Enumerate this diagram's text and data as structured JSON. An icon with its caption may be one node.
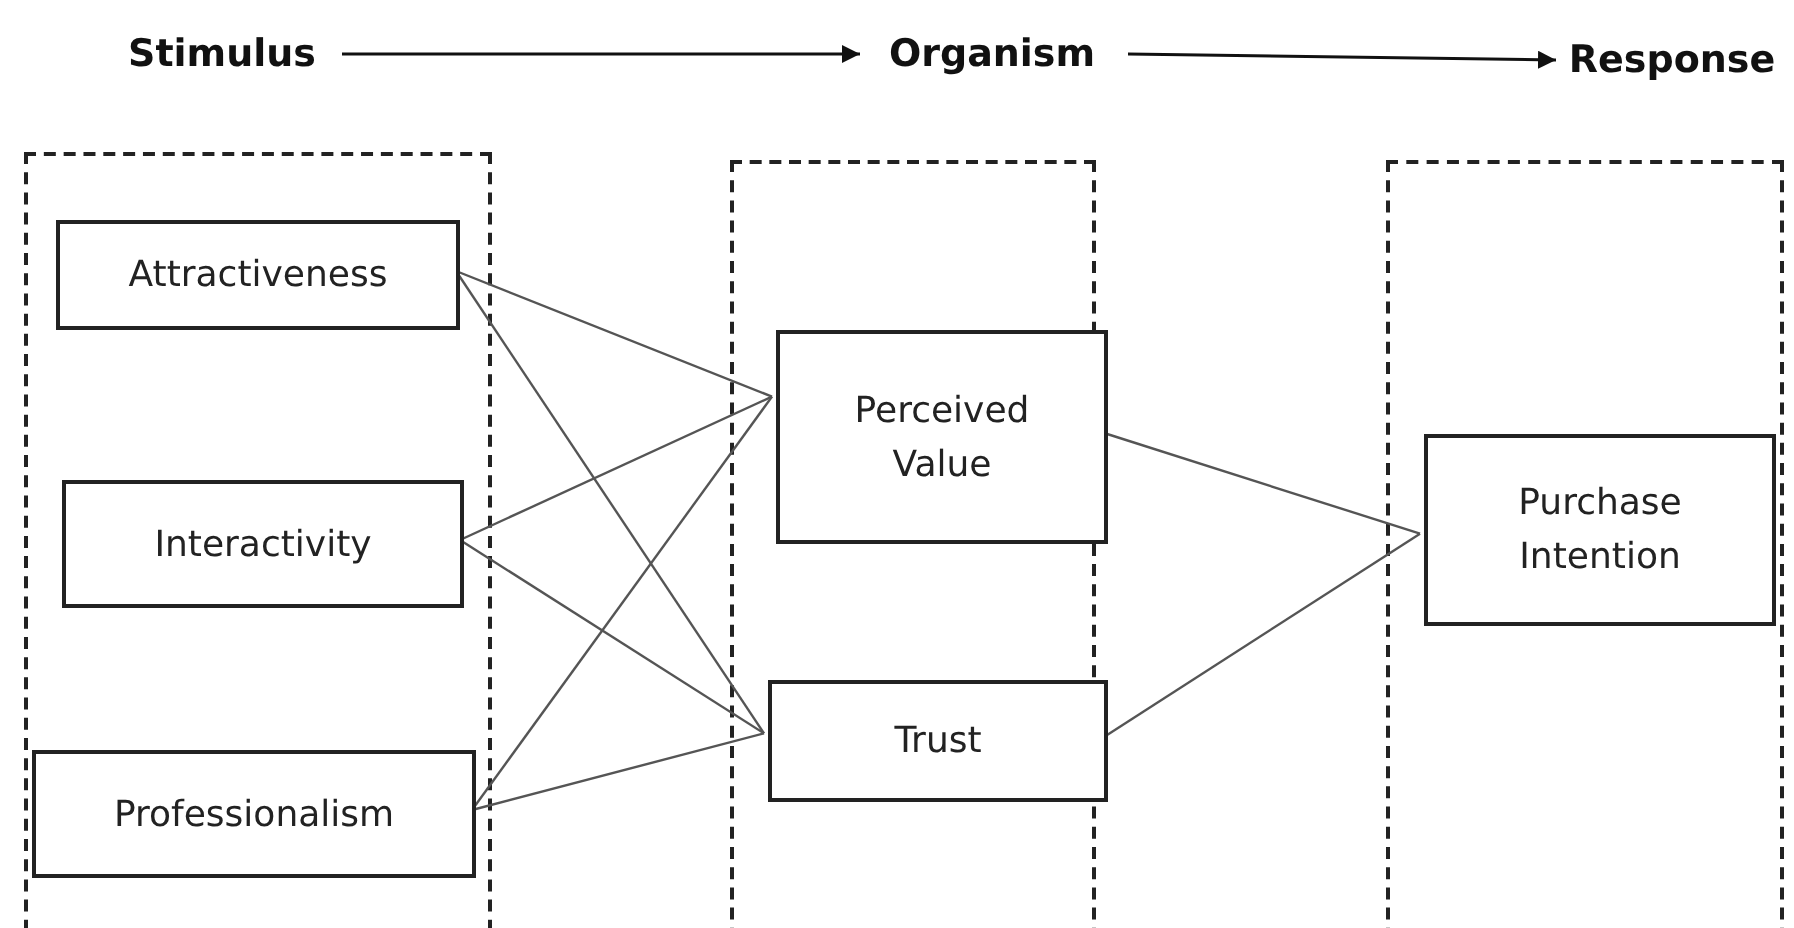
{
  "diagram": {
    "nodes": [
      {
        "text": [
          "Stimulus"
        ]
      },
      {
        "text": [
          "Organism"
        ]
      },
      {
        "text": [
          "Response"
        ]
      },
      {
        "text": [],
        "shape": "box"
      },
      {
        "text": [
          "Attractiveness"
        ],
        "in": 3
      },
      {
        "text": [
          "Interactivity"
        ],
        "in": 3
      },
      {
        "text": [
          "Professionalism"
        ],
        "in": 3
      },
      {
        "text": [],
        "shape": "box"
      },
      {
        "text": [
          "Perceived Value"
        ],
        "in": 7
      },
      {
        "text": [
          "Trust"
        ],
        "in": 7
      },
      {
        "text": [],
        "shape": "box"
      },
      {
        "text": [
          "Purchase Intention"
        ],
        "in": 10
      }
    ],
    "edges": [
      {
        "from": 0,
        "to": 1,
        "arrow": "to"
      },
      {
        "from": 1,
        "to": 2,
        "arrow": "to"
      },
      {
        "from": 4,
        "to": 8,
        "arrow": "none"
      },
      {
        "from": 4,
        "to": 9,
        "arrow": "none"
      },
      {
        "from": 5,
        "to": 8,
        "arrow": "none"
      },
      {
        "from": 5,
        "to": 9,
        "arrow": "none"
      },
      {
        "from": 6,
        "to": 8,
        "arrow": "none"
      },
      {
        "from": 6,
        "to": 9,
        "arrow": "none"
      },
      {
        "from": 8,
        "to": 11,
        "arrow": "none"
      },
      {
        "from": 9,
        "to": 11,
        "arrow": "none"
      }
    ]
  }
}
